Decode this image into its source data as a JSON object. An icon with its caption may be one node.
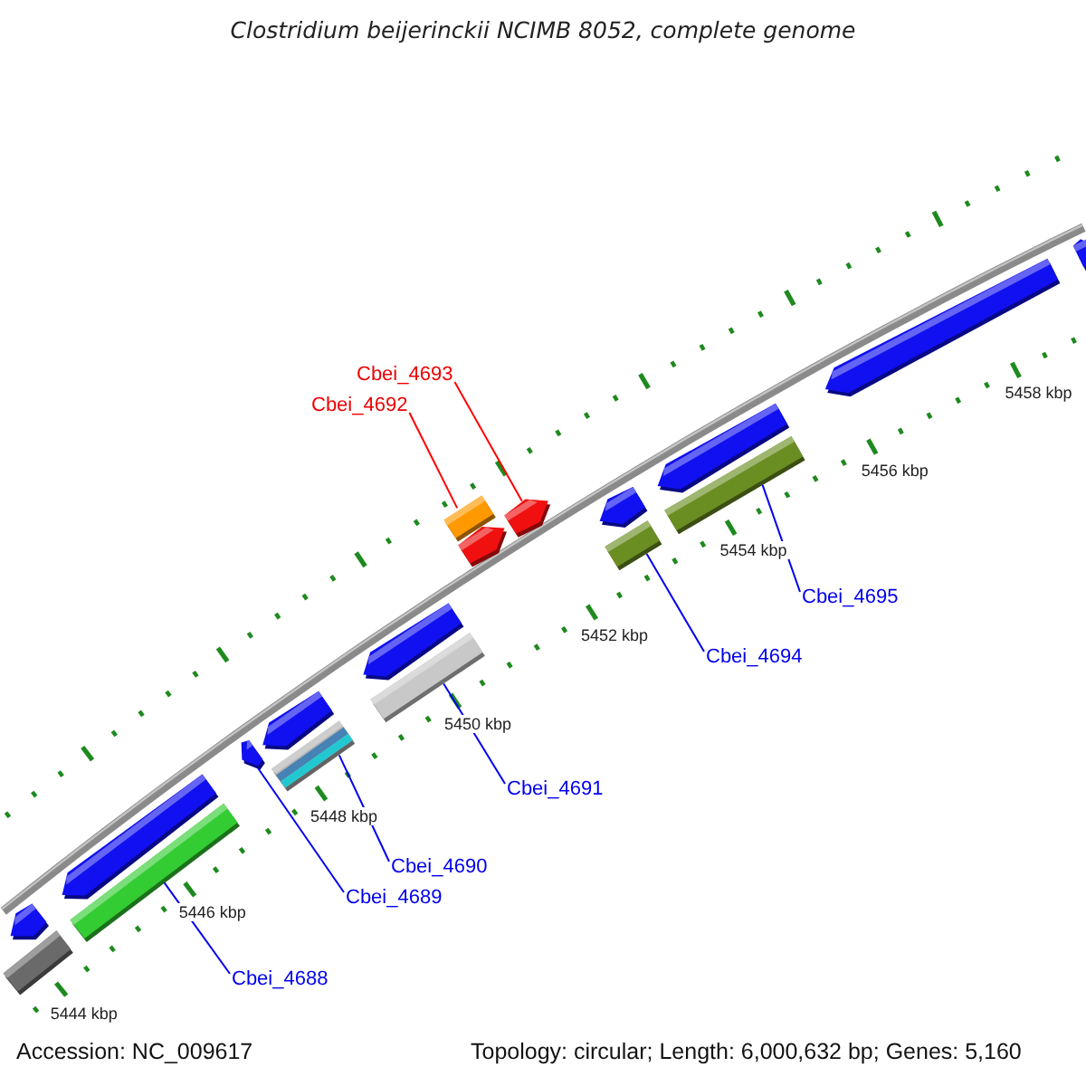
{
  "diagram": {
    "title": "Clostridium beijerinckii NCIMB 8052, complete genome",
    "nodes": [
      {
        "text": [
          "Cbei_4693"
        ]
      },
      {
        "text": [
          "Cbei_4692"
        ]
      },
      {
        "text": [],
        "shape": "bar"
      },
      {
        "text": [],
        "shape": "arrow"
      },
      {
        "text": [],
        "shape": "bar"
      },
      {
        "text": [],
        "shape": "bar"
      },
      {
        "text": [
          "Cbei_4695"
        ]
      },
      {
        "text": [
          "Cbei_4694"
        ]
      },
      {
        "text": [],
        "shape": "bar"
      },
      {
        "text": [],
        "shape": "bar"
      },
      {
        "text": [],
        "shape": "arrow"
      },
      {
        "text": [
          "Cbei_4691"
        ]
      },
      {
        "text": [],
        "shape": "bar"
      },
      {
        "text": [
          "Cbei_4690"
        ]
      },
      {
        "text": [
          "Cbei_4689"
        ]
      },
      {
        "text": [
          "Cbei_4688"
        ]
      },
      {
        "text": [],
        "shape": "arrow"
      },
      {
        "text": [],
        "shape": "arrow"
      },
      {
        "text": [],
        "shape": "arrow"
      },
      {
        "text": [],
        "shape": "arrow"
      },
      {
        "text": [],
        "shape": "arrow"
      },
      {
        "text": [],
        "shape": "arrow"
      },
      {
        "text": [],
        "shape": "arrow"
      },
      {
        "text": [],
        "shape": "arrow"
      },
      {
        "text": [],
        "shape": "bar"
      },
      {
        "text": [],
        "shape": "arrow"
      }
    ],
    "edges": [
      {
        "from": 1,
        "to": 2,
        "arrow": "none",
        "color": "#ff0000"
      },
      {
        "from": 0,
        "to": 3,
        "arrow": "none",
        "color": "#ff0000"
      },
      {
        "from": 6,
        "to": 4,
        "arrow": "none"
      },
      {
        "from": 7,
        "to": 5,
        "arrow": "none"
      },
      {
        "from": 11,
        "to": 8,
        "arrow": "none"
      },
      {
        "from": 13,
        "to": 9,
        "arrow": "none"
      },
      {
        "from": 14,
        "to": 10,
        "arrow": "none"
      },
      {
        "from": 15,
        "to": 12,
        "arrow": "none"
      }
    ],
    "labels": [
      "5458 kbp",
      "5456 kbp",
      "5454 kbp",
      "5452 kbp",
      "5450 kbp",
      "5448 kbp",
      "5446 kbp",
      "5444 kbp",
      "Accession: NC_009617",
      "Topology: circular; Length: 6,000,632 bp; Genes: 5,160"
    ]
  }
}
